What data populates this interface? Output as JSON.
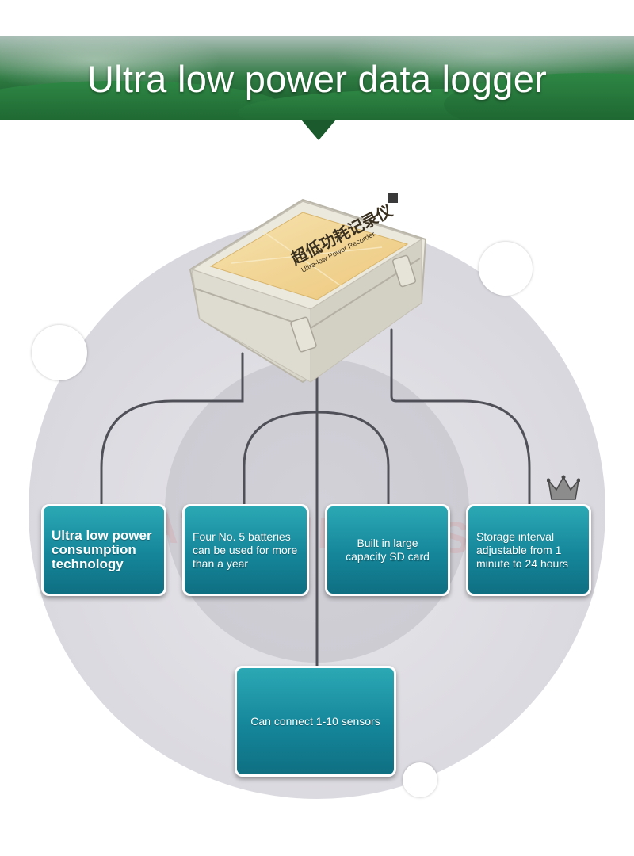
{
  "header": {
    "title": "Ultra low power data logger"
  },
  "device": {
    "label_cn": "超低功耗记录仪",
    "label_en": "Ultra-low Power Recorder"
  },
  "watermark": "ATTCUISENSOR",
  "features": [
    {
      "id": "consumption",
      "text": "Ultra low power consumption technology"
    },
    {
      "id": "batteries",
      "text": "Four No. 5 batteries can be used for more than a year"
    },
    {
      "id": "sdcard",
      "text": "Built in large capacity SD card"
    },
    {
      "id": "interval",
      "text": "Storage interval adjustable from 1 minute to 24 hours"
    },
    {
      "id": "sensors",
      "text": "Can connect 1-10 sensors"
    }
  ],
  "colors": {
    "banner_green": "#1f6532",
    "card_teal": "#15869a",
    "circle_gray": "#dcdbe1",
    "label_yellow": "#f2d79a"
  }
}
